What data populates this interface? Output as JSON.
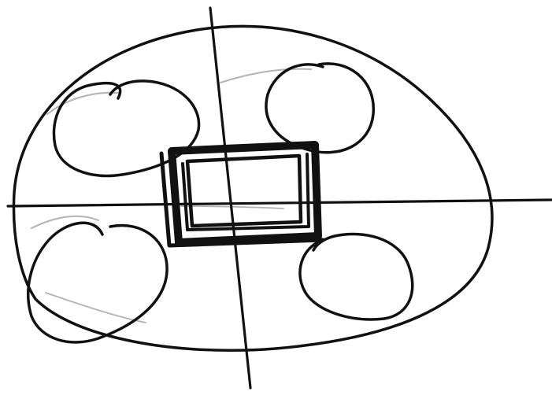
{
  "colors": {
    "background": "#ffffff",
    "ink": "#111111",
    "faint": "#b3b3b3"
  },
  "drawing": {
    "elements": [
      "outer-ellipse",
      "horizontal-axis",
      "vertical-axis",
      "center-rectangle",
      "loop-top-left",
      "loop-top-right",
      "loop-bottom-left",
      "loop-bottom-right"
    ]
  }
}
